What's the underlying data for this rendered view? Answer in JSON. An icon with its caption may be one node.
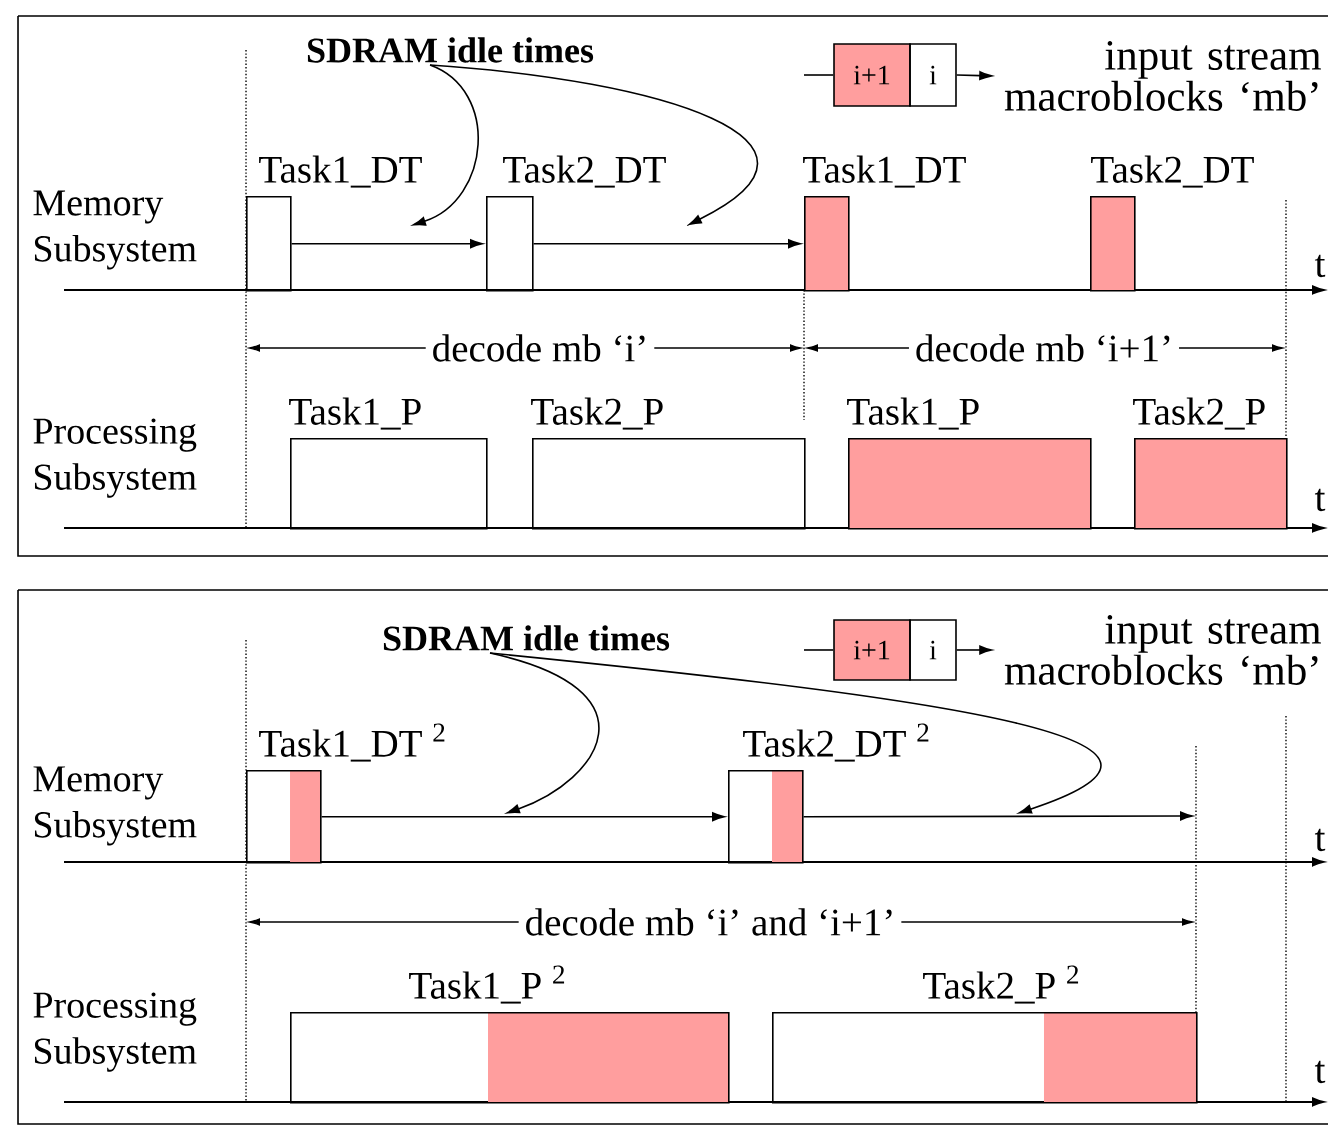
{
  "diagram": {
    "nodes": [
      {
        "text": [
          "SDRAM idle times"
        ]
      },
      {
        "text": [
          "i+1"
        ]
      },
      {
        "text": [
          "i"
        ]
      },
      {
        "text": [
          "input stream macroblocks ‘mb’"
        ]
      },
      {
        "text": [
          "Task1_DT"
        ]
      },
      {
        "text": [
          "Task2_DT"
        ]
      },
      {
        "text": [
          "Task1_DT"
        ]
      },
      {
        "text": [
          "Task2_DT"
        ]
      },
      {
        "text": [
          "Task1_P"
        ]
      },
      {
        "text": [
          "Task2_P"
        ]
      },
      {
        "text": [
          "Task1_P"
        ]
      },
      {
        "text": [
          "Task2_P"
        ]
      },
      {
        "text": [
          "SDRAM idle times"
        ]
      },
      {
        "text": [
          "i+1"
        ]
      },
      {
        "text": [
          "i"
        ]
      },
      {
        "text": [
          "input stream macroblocks ‘mb’"
        ]
      },
      {
        "text": [
          "Task1_DT $^{2}$"
        ]
      },
      {
        "text": [
          "Task2_DT $^{2}$"
        ]
      },
      {
        "text": [
          "Task1_P $^{2}$"
        ]
      },
      {
        "text": [
          "Task2_P $^{2}$"
        ]
      }
    ],
    "edges": [
      {
        "from": null,
        "to": 1,
        "arrow": "none"
      },
      {
        "from": 2,
        "to": 3,
        "arrow": "to"
      },
      {
        "from": 4,
        "to": 5,
        "arrow": "to"
      },
      {
        "from": 5,
        "to": 6,
        "arrow": "to"
      },
      {
        "from": 0,
        "to": null,
        "arrow": "to"
      },
      {
        "from": 0,
        "to": null,
        "arrow": "to"
      },
      {
        "from": null,
        "to": 13,
        "arrow": "none"
      },
      {
        "from": 14,
        "to": 15,
        "arrow": "to"
      },
      {
        "from": 16,
        "to": 17,
        "arrow": "to"
      },
      {
        "from": 17,
        "to": null,
        "arrow": "to"
      },
      {
        "from": 12,
        "to": null,
        "arrow": "to"
      },
      {
        "from": 12,
        "to": null,
        "arrow": "to"
      }
    ],
    "labels": [
      "Memory Subsystem",
      "t",
      "decode mb ‘i’",
      "decode mb ‘i+1’",
      "Processing Subsystem",
      "t",
      "Memory Subsystem",
      "t",
      "decode mb ‘i’ and ‘i+1’",
      "Processing Subsystem",
      "t"
    ]
  }
}
